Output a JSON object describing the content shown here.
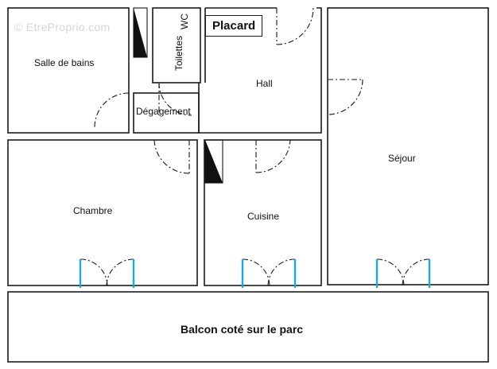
{
  "watermark": "© EtreProprio.com",
  "rooms": {
    "salle_de_bains": "Salle de bains",
    "toilettes": "Toilettes",
    "wc": "WC",
    "placard": "Placard",
    "hall": "Hall",
    "degagement": "Dégagement",
    "sejour": "Séjour",
    "chambre": "Chambre",
    "cuisine": "Cuisine",
    "balcon": "Balcon coté sur le parc"
  },
  "colors": {
    "wall": "#1a1a1a",
    "window_glass": "#19a9e0",
    "background": "#ffffff"
  }
}
